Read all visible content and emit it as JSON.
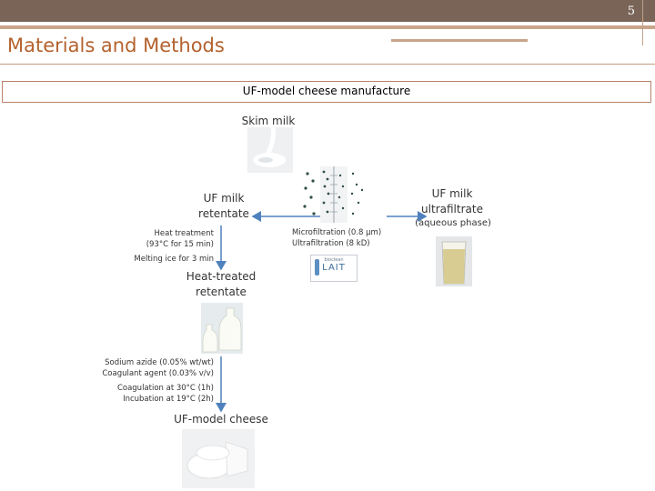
{
  "page_number": "5",
  "title": "Materials and Methods",
  "banner": "UF-model cheese manufacture",
  "nodes": {
    "skim_milk": "Skim milk",
    "uf_retentate_1": "UF milk",
    "uf_retentate_2": "retentate",
    "ultrafiltrate_1": "UF milk",
    "ultrafiltrate_2": "ultrafiltrate",
    "ultrafiltrate_3": "(aqueous phase)",
    "heat_treated_1": "Heat-treated",
    "heat_treated_2": "retentate",
    "uf_cheese": "UF-model cheese"
  },
  "steps": {
    "heat_1": "Heat treatment",
    "heat_2": "(93°C for 15 min)",
    "melting": "Melting ice for 3 min",
    "filtration_1": "Microfiltration (0.8 µm)",
    "filtration_2": "Ultrafiltration (8 kD)",
    "sodium_azide": "Sodium azide (0.05% wt/wt)",
    "coagulant": "Coagulant agent (0.03% v/v)",
    "coagulation": "Coagulation at 30°C (1h)",
    "incubation": "Incubation at 19°C (2h)"
  },
  "logo": {
    "line1": "bioclean",
    "line2": "LAIT"
  },
  "colors": {
    "accent": "#b4622e",
    "topbar": "#7a6458",
    "arrow": "#4f81bd"
  }
}
